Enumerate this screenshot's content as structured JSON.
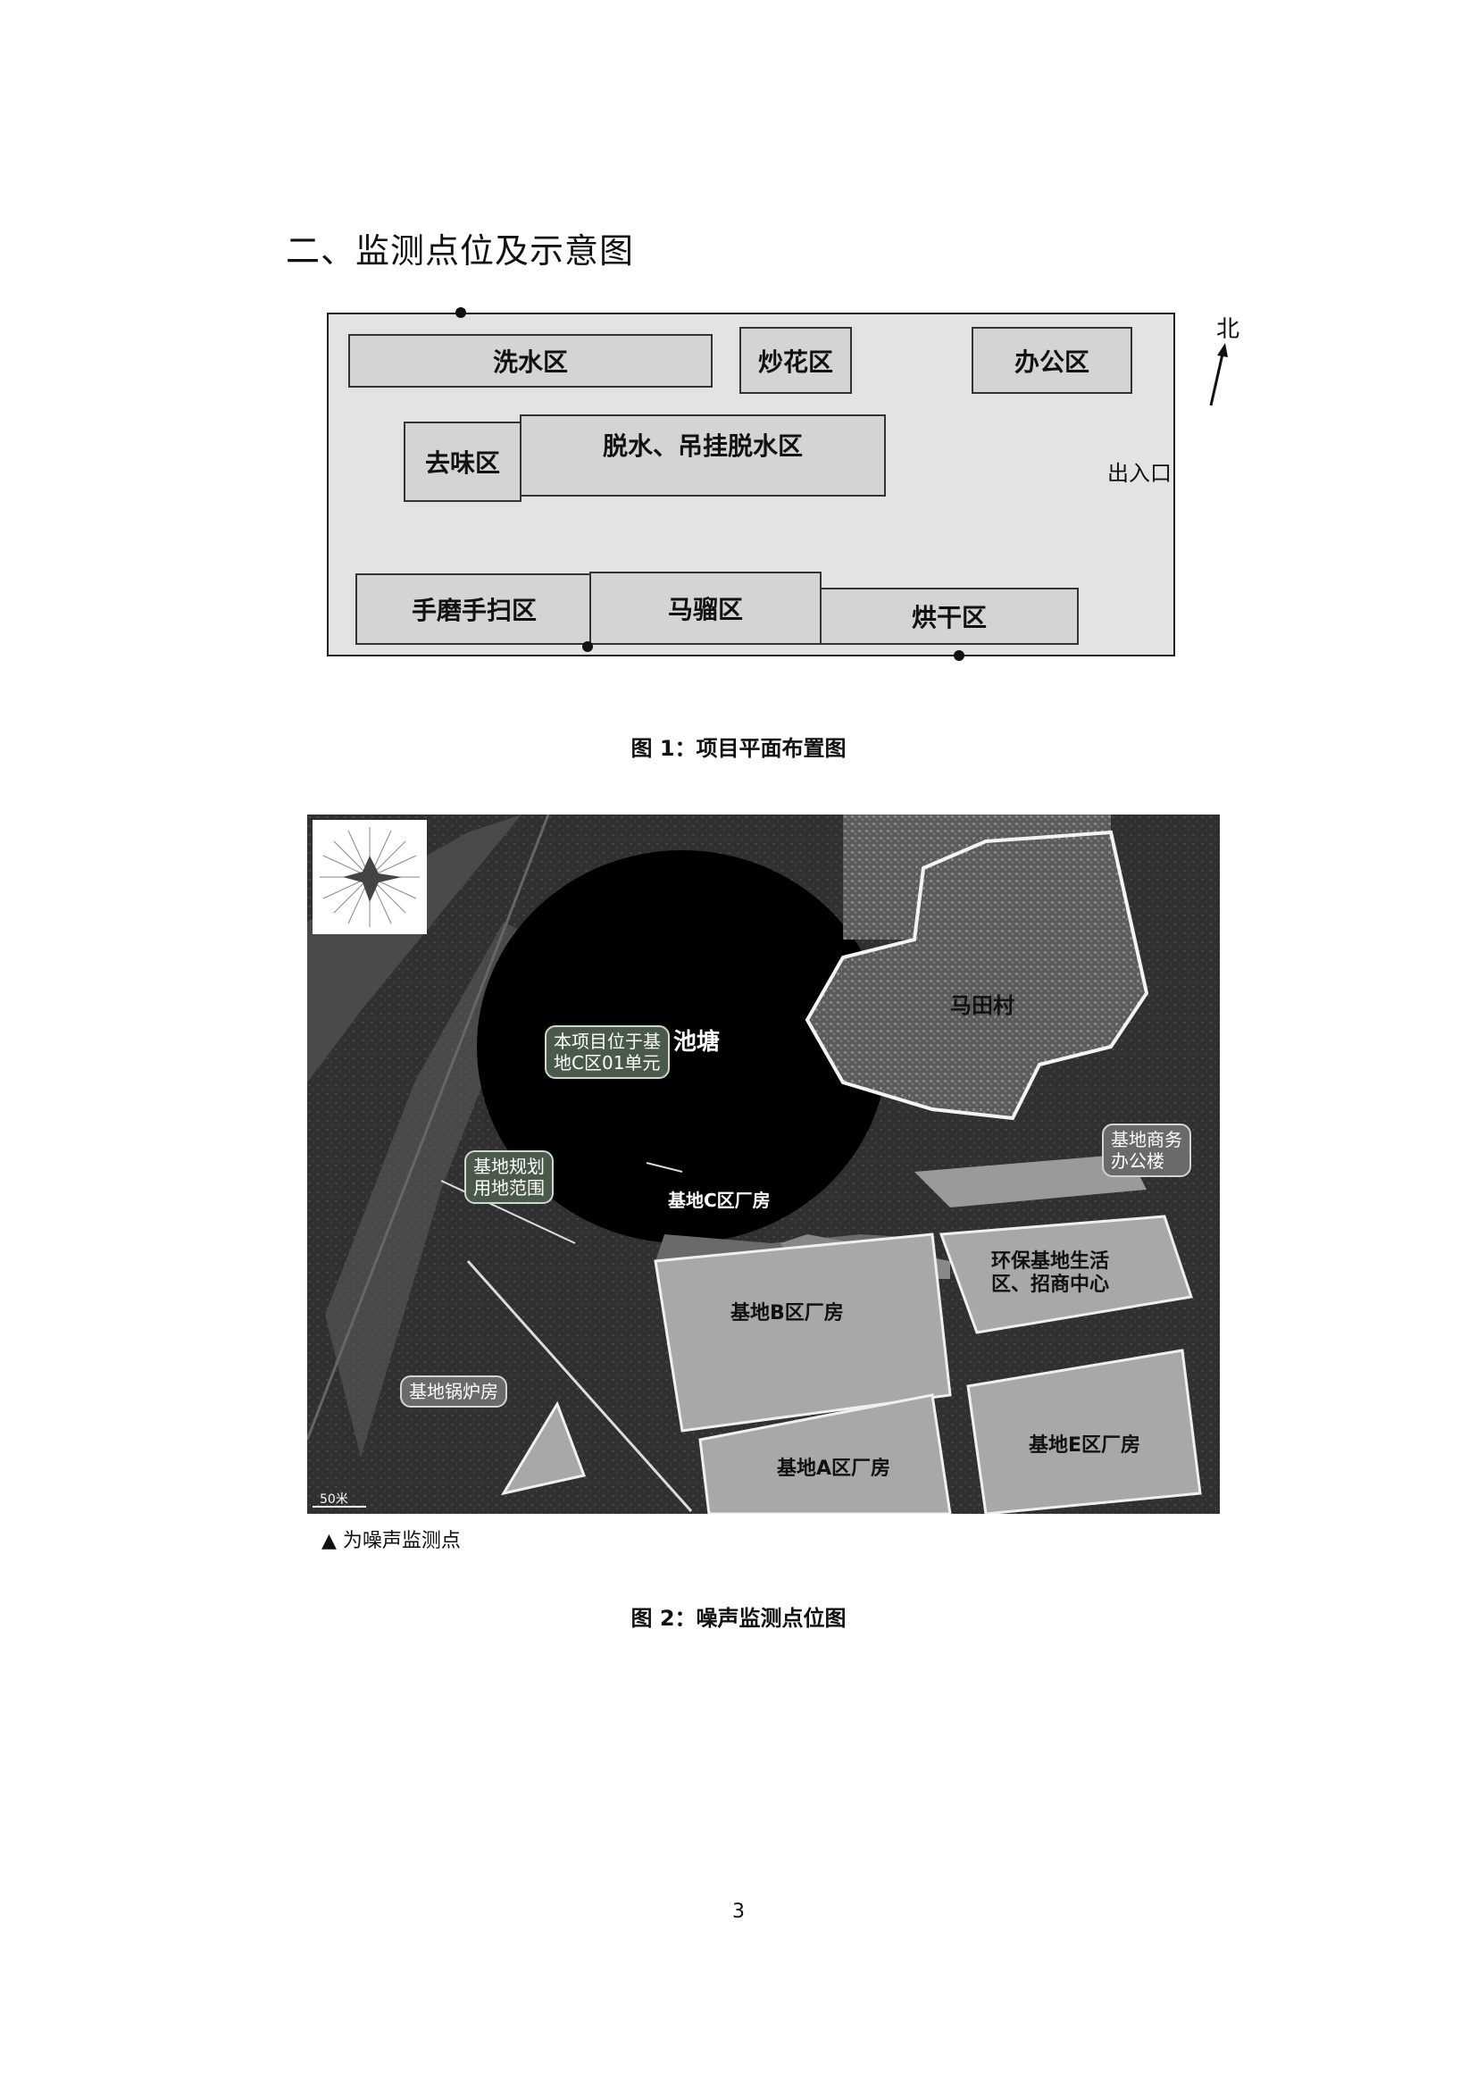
{
  "section_title": "二、监测点位及示意图",
  "floor_plan": {
    "zones": {
      "washing": "洗水区",
      "fried_flower": "炒花区",
      "office": "办公区",
      "deodorize": "去味区",
      "dehydrate": "脱水、吊挂脱水区",
      "hand_grind": "手磨手扫区",
      "monkey": "马骝区",
      "drying": "烘干区"
    },
    "entrance": "出入口",
    "north": "北",
    "caption": "图 1：项目平面布置图"
  },
  "aerial_map": {
    "labels": {
      "pond": "池塘",
      "village": "马田村",
      "project_location": "本项目位于基\n地C区01单元",
      "base_c": "基地C区厂房",
      "base_planning": "基地规划\n用地范围",
      "business_office": "基地商务\n办公楼",
      "living_area": "环保基地生活\n区、招商中心",
      "base_b": "基地B区厂房",
      "boiler": "基地锅炉房",
      "base_a": "基地A区厂房",
      "base_e": "基地E区厂房"
    },
    "scale": "50米",
    "legend": "▲ 为噪声监测点",
    "caption": "图 2：噪声监测点位图"
  },
  "page_number": "3"
}
